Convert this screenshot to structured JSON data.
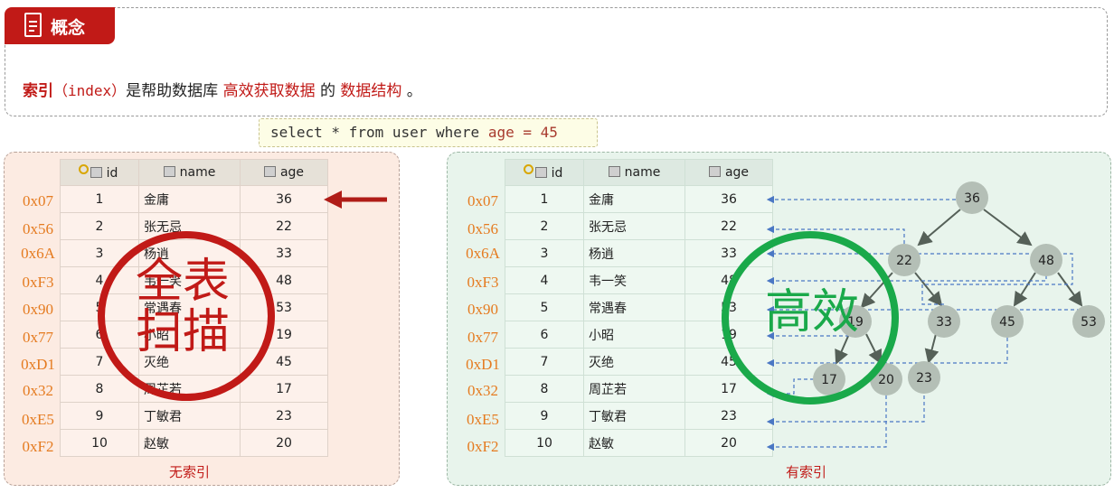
{
  "concept": {
    "tag": "概念",
    "definition": {
      "term": "索引",
      "paren": "（index）",
      "is": "是帮助数据库",
      "highlight1": "高效获取数据",
      "of": "的",
      "highlight2": "数据结构",
      "end": "。"
    }
  },
  "sql": {
    "prefix": "select * from user where ",
    "condition": "age = 45"
  },
  "columns": [
    "id",
    "name",
    "age"
  ],
  "rows": [
    {
      "addr": "0x07",
      "id": "1",
      "name": "金庸",
      "age": "36"
    },
    {
      "addr": "0x56",
      "id": "2",
      "name": "张无忌",
      "age": "22"
    },
    {
      "addr": "0x6A",
      "id": "3",
      "name": "杨逍",
      "age": "33"
    },
    {
      "addr": "0xF3",
      "id": "4",
      "name": "韦一笑",
      "age": "48"
    },
    {
      "addr": "0x90",
      "id": "5",
      "name": "常遇春",
      "age": "53"
    },
    {
      "addr": "0x77",
      "id": "6",
      "name": "小昭",
      "age": "19"
    },
    {
      "addr": "0xD1",
      "id": "7",
      "name": "灭绝",
      "age": "45"
    },
    {
      "addr": "0x32",
      "id": "8",
      "name": "周芷若",
      "age": "17"
    },
    {
      "addr": "0xE5",
      "id": "9",
      "name": "丁敏君",
      "age": "23"
    },
    {
      "addr": "0xF2",
      "id": "10",
      "name": "赵敏",
      "age": "20"
    }
  ],
  "left_panel": {
    "caption": "无索引",
    "stamp_line1": "全表",
    "stamp_line2": "扫描",
    "stamp_color": "#c11a17"
  },
  "right_panel": {
    "caption": "有索引",
    "stamp": "高效",
    "stamp_color": "#1aa94a"
  },
  "tree": {
    "nodes": [
      "36",
      "22",
      "48",
      "19",
      "33",
      "45",
      "53",
      "17",
      "20",
      "23"
    ],
    "node_color": "#b4bfb6"
  }
}
